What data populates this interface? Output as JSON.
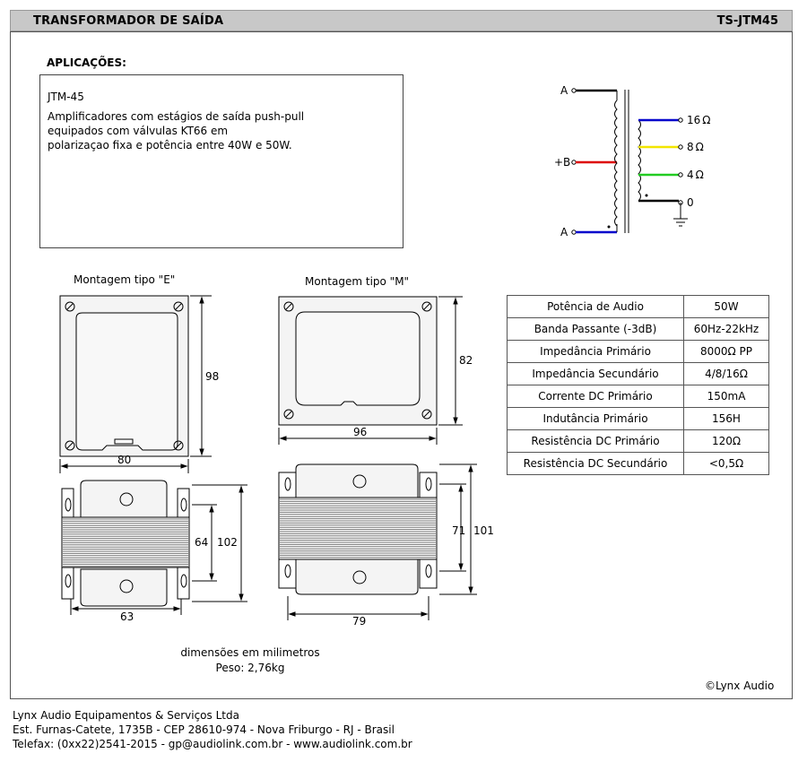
{
  "header": {
    "title": "TRANSFORMADOR DE SAÍDA",
    "code": "TS-JTM45"
  },
  "applications": {
    "label": "APLICAÇÕES:",
    "model": "JTM-45",
    "lines": [
      "Amplificadores com estágios de saída push-pull",
      "equipados com válvulas KT66 em",
      "polarizaçao fixa e potência entre 40W e 50W."
    ]
  },
  "schematic": {
    "primary_top": "A",
    "primary_center": "+B",
    "primary_bottom": "A",
    "taps": [
      "16",
      "8",
      "4",
      "0"
    ],
    "ohm": "Ω",
    "colors": {
      "blue": "#0000cc",
      "red": "#dd0000",
      "yellow": "#f2e600",
      "green": "#22cc22",
      "black": "#000000"
    }
  },
  "mountings": {
    "type_e": {
      "label": "Montagem tipo \"E\"",
      "width": "80",
      "height": "98",
      "bottom_width": "63",
      "inner_h": "64",
      "outer_h": "102"
    },
    "type_m": {
      "label": "Montagem tipo \"M\"",
      "width": "96",
      "height": "82",
      "bottom_width": "79",
      "inner_h": "71",
      "outer_h": "101"
    }
  },
  "specs": [
    {
      "param": "Potência de Audio",
      "value": "50W"
    },
    {
      "param": "Banda Passante (-3dB)",
      "value": "60Hz-22kHz"
    },
    {
      "param": "Impedância Primário",
      "value": "8000Ω PP"
    },
    {
      "param": "Impedância Secundário",
      "value": "4/8/16Ω"
    },
    {
      "param": "Corrente DC Primário",
      "value": "150mA"
    },
    {
      "param": "Indutância Primário",
      "value": "156H"
    },
    {
      "param": "Resistência DC Primário",
      "value": "120Ω"
    },
    {
      "param": "Resistência DC Secundário",
      "value": "<0,5Ω"
    }
  ],
  "notes": {
    "dims": "dimensões em milimetros",
    "weight": "Peso: 2,76kg"
  },
  "copyright": "©Lynx Audio",
  "footer": {
    "company": "Lynx Audio Equipamentos & Serviços Ltda",
    "address": "Est. Furnas-Catete, 1735B - CEP 28610-974 - Nova Friburgo - RJ - Brasil",
    "contact": "Telefax: (0xx22)2541-2015 - gp@audiolink.com.br - www.audiolink.com.br"
  }
}
